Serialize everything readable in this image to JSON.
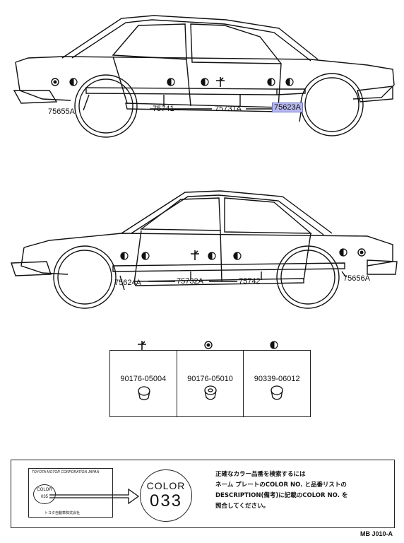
{
  "car_top": {
    "labels": [
      "75655A",
      "75741",
      "75731A",
      "75623A"
    ]
  },
  "car_bottom": {
    "labels": [
      "75624A",
      "75732A",
      "75742",
      "75656A"
    ]
  },
  "parts": [
    {
      "number": "90176-05004",
      "icon": "plus-clip-icon"
    },
    {
      "number": "90176-05010",
      "icon": "ring-clip-icon"
    },
    {
      "number": "90339-06012",
      "icon": "half-circle-clip-icon"
    }
  ],
  "note": {
    "plate_title": "TOYOTA MOTOR CORPORATION JAPAN",
    "plate_color_label": "COLOR",
    "plate_color_code": "035",
    "plate_maker": "トヨタ自動車株式会社",
    "color_word": "COLOR",
    "color_number": "033",
    "lines": [
      "正確なカラー品番を検索するには",
      "ネーム プレートのCOLOR NO. と品番リストの",
      "DESCRIPTION(備考)に記載のCOLOR NO. を",
      "照合してください。"
    ]
  },
  "diagram_code": "MB J010-A",
  "colors": {
    "highlight": "#b7b9ee",
    "ink": "#111111"
  }
}
